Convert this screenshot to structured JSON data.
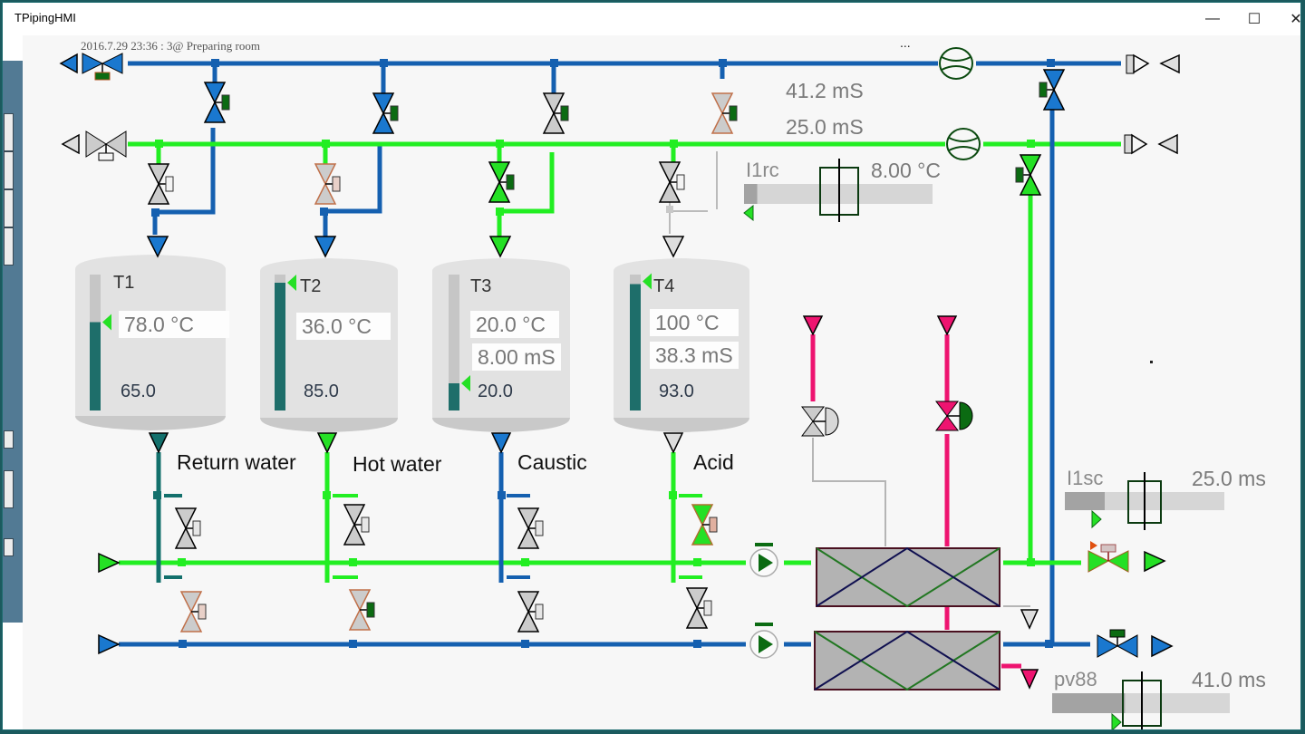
{
  "window": {
    "title": "TPipingHMI",
    "controls": {
      "minimize": "—",
      "maximize": "☐",
      "close": "✕"
    }
  },
  "status_line": "2016.7.29 23:36 : 3@ Preparing room",
  "ellipsis": "...",
  "colors": {
    "pipe_blue": "#1560b0",
    "pipe_green": "#22ee22",
    "pipe_teal": "#13706c",
    "pipe_magenta": "#ee1470",
    "tank_fill": "#1e6e6a",
    "actuator_green": "#0b6b12",
    "valve_gray": "#cccccc",
    "valve_blue": "#1a78cf",
    "valve_green": "#25e025",
    "valve_outline_brown": "#c0704a"
  },
  "readouts": {
    "top_conductivity_1": "41.2 mS",
    "top_conductivity_2": "25.0 mS"
  },
  "tanks": [
    {
      "name": "T1",
      "temperature": "78.0 °C",
      "conductivity": null,
      "level": "65.0",
      "level_fraction": 0.65,
      "setpoint_fraction": 0.65
    },
    {
      "name": "T2",
      "temperature": "36.0 °C",
      "conductivity": null,
      "level": "85.0",
      "level_fraction": 0.94,
      "setpoint_fraction": 0.94
    },
    {
      "name": "T3",
      "temperature": "20.0 °C",
      "conductivity": "8.00 mS",
      "level": "20.0",
      "level_fraction": 0.2,
      "setpoint_fraction": 0.2
    },
    {
      "name": "T4",
      "temperature": "100 °C",
      "conductivity": "38.3 mS",
      "level": "93.0",
      "level_fraction": 0.93,
      "setpoint_fraction": 0.95
    }
  ],
  "line_labels": [
    "Return water",
    "Hot water",
    "Caustic",
    "Acid"
  ],
  "controllers": [
    {
      "tag": "I1rc",
      "value": "8.00 °C",
      "fill_fraction": 0.07,
      "setpoint_fraction": 0.02
    },
    {
      "tag": "I1sc",
      "value": "25.0 ms",
      "fill_fraction": 0.25,
      "setpoint_fraction": 0.2
    },
    {
      "tag": "pv88",
      "value": "41.0 ms",
      "fill_fraction": 0.41,
      "setpoint_fraction": 0.35
    }
  ],
  "sidebar_tabs": 7
}
